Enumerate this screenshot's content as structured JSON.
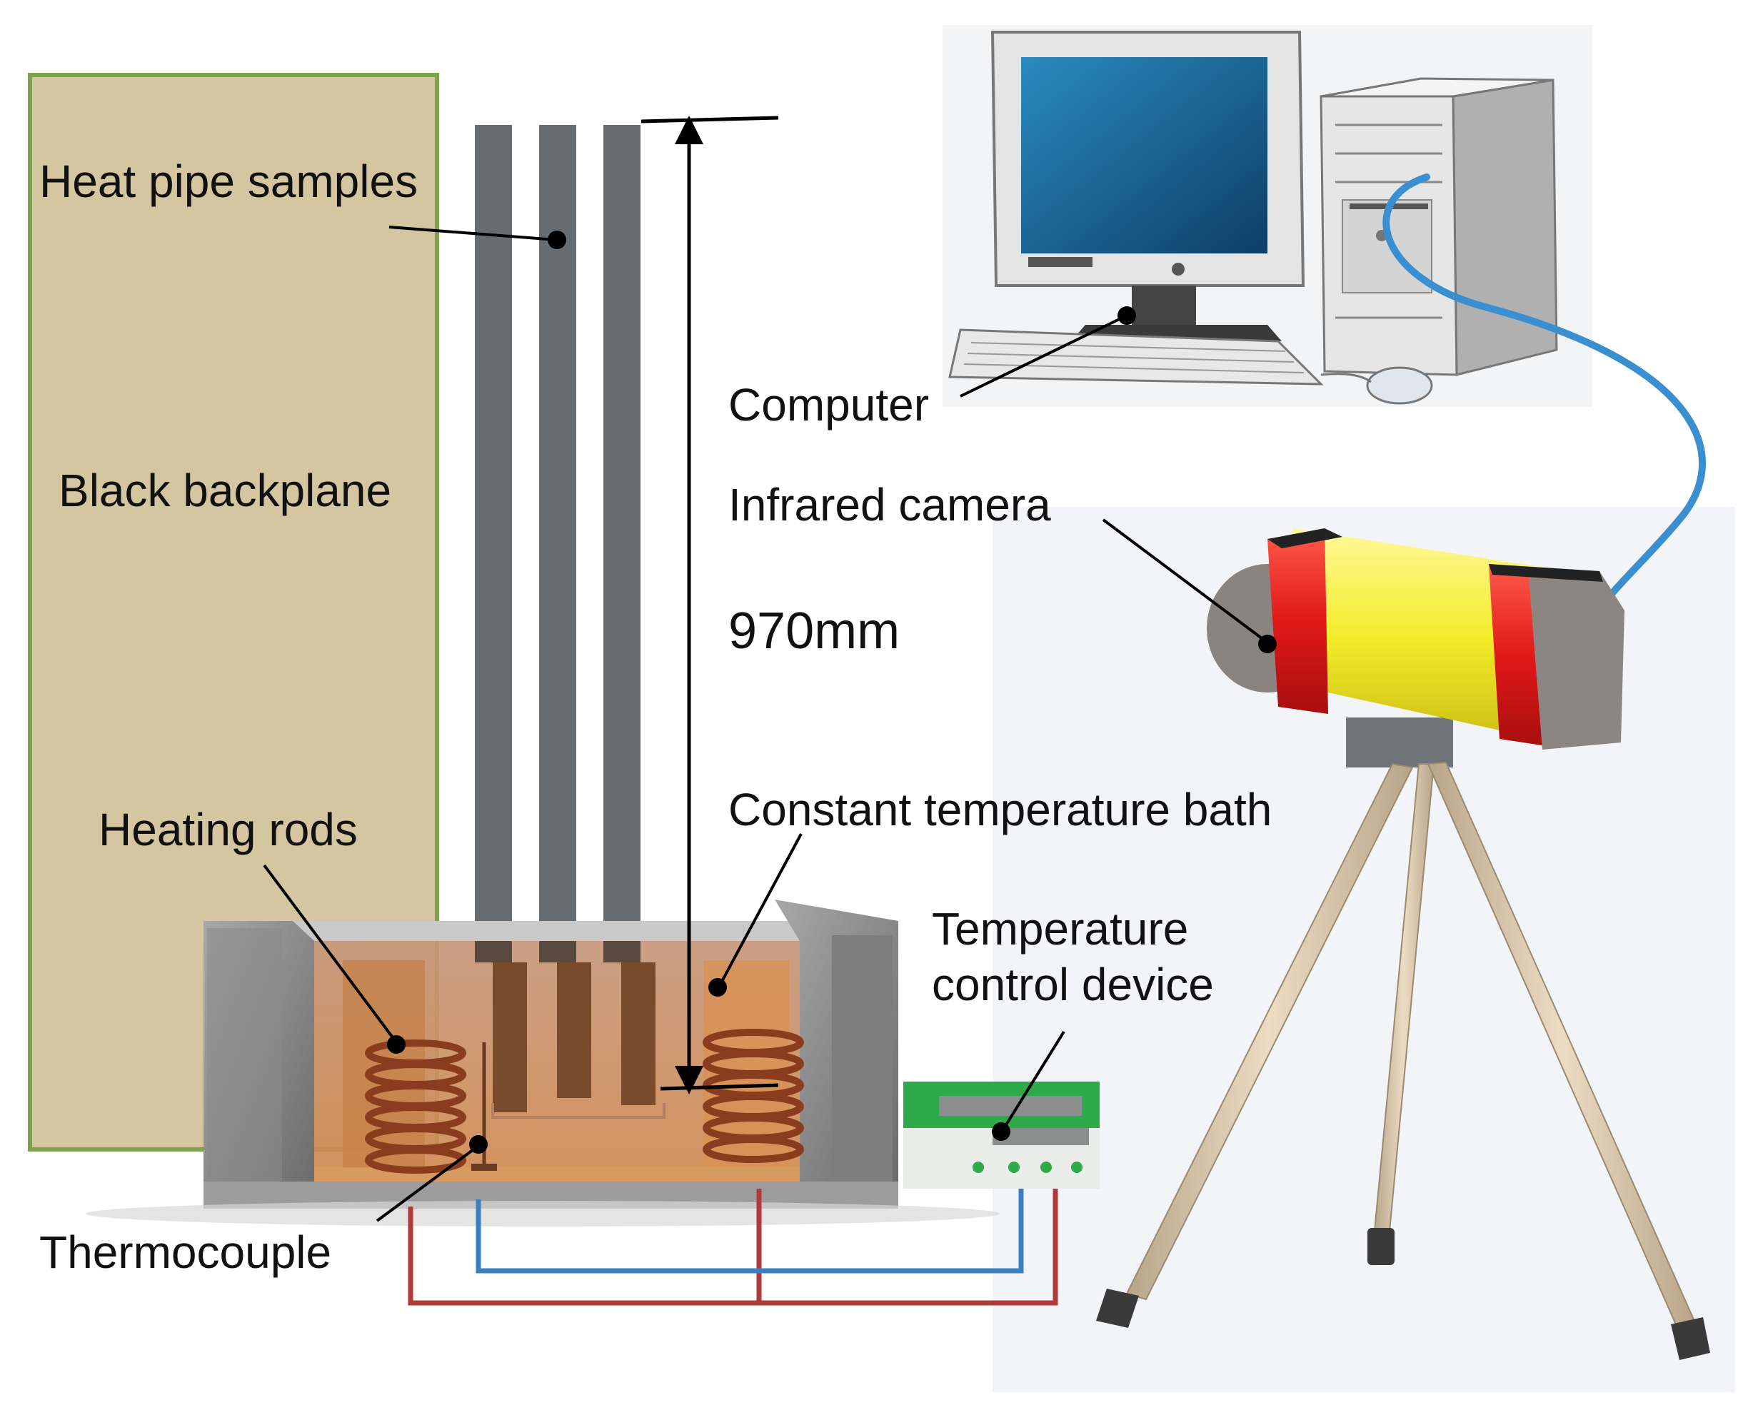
{
  "labels": {
    "heat_pipe_samples": "Heat pipe samples",
    "black_backplane": "Black backplane",
    "heating_rods": "Heating rods",
    "thermocouple": "Thermocouple",
    "computer": "Computer",
    "infrared_camera": "Infrared camera",
    "dimension": "970mm",
    "constant_temperature_bath": "Constant temperature bath",
    "temperature_control_device_line1": "Temperature",
    "temperature_control_device_line2": "control device"
  },
  "colors": {
    "backplane_fill": "#d3c6a1",
    "backplane_border": "#7fa04c",
    "heat_pipe": "#666c70",
    "bath_wall": "#8c8c8c",
    "bath_liquid": "#c98a5c",
    "coil": "#8a3c1e",
    "device_green": "#2faa4a",
    "wire_red": "#b03a3a",
    "wire_blue": "#3a7fc0",
    "cable_blue": "#3a8fd0",
    "camera_yellow": "#f4ec2a",
    "camera_red": "#e02020",
    "tripod_leg": "#d8c6a8",
    "monitor_screen": "#1f6da0"
  }
}
